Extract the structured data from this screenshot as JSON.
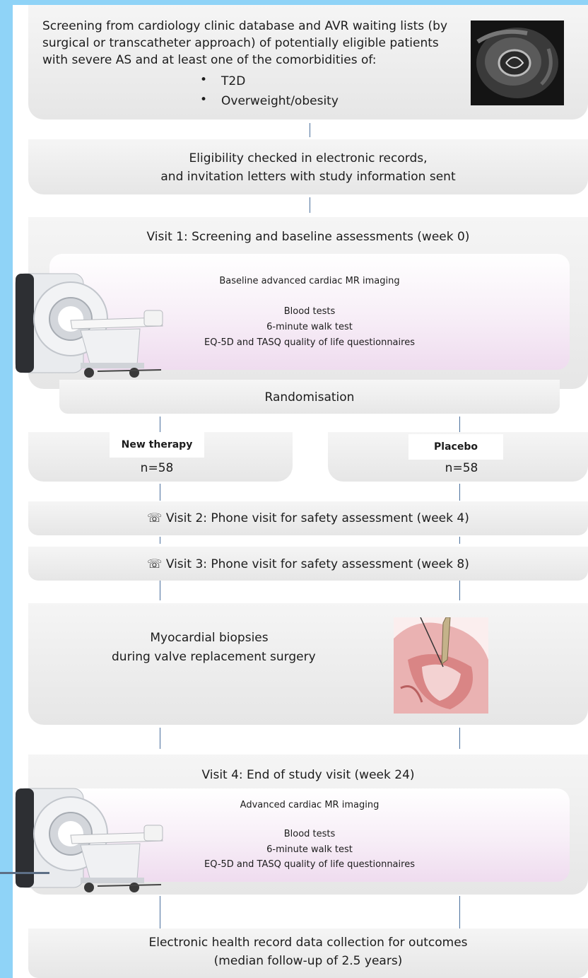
{
  "step1": {
    "text_line1": "Screening from cardiology clinic database and AVR waiting lists (by",
    "text_line2": "surgical or transcatheter approach) of potentially eligible patients",
    "text_line3": "with severe AS and at least one of the comorbidities of:",
    "bullets": [
      "T2D",
      "Overweight/obesity"
    ]
  },
  "step2": {
    "line1": "Eligibility checked in electronic records,",
    "line2": "and invitation letters with study information sent"
  },
  "visit1": {
    "title": "Visit 1: Screening and baseline assessments (week 0)",
    "imaging": "Baseline advanced cardiac MR imaging",
    "tests": [
      "Blood tests",
      "6-minute walk test",
      "EQ-5D and TASQ quality of life questionnaires"
    ]
  },
  "randomisation": "Randomisation",
  "arms": {
    "left": {
      "name": "New therapy",
      "n": "n=58"
    },
    "right": {
      "name": "Placebo",
      "n": "n=58"
    }
  },
  "visit2": "☏ Visit 2: Phone visit for safety assessment (week 4)",
  "visit3": "☏ Visit 3: Phone visit for safety assessment (week 8)",
  "biopsy": {
    "line1": "Myocardial biopsies",
    "line2": "during valve replacement surgery"
  },
  "visit4": {
    "title": "Visit 4: End of study visit (week 24)",
    "imaging": "Advanced cardiac MR imaging",
    "tests": [
      "Blood tests",
      "6-minute walk test",
      "EQ-5D and TASQ quality of life questionnaires"
    ]
  },
  "final": {
    "line1": "Electronic health record data collection for outcomes",
    "line2": "(median follow-up of 2.5 years)"
  }
}
